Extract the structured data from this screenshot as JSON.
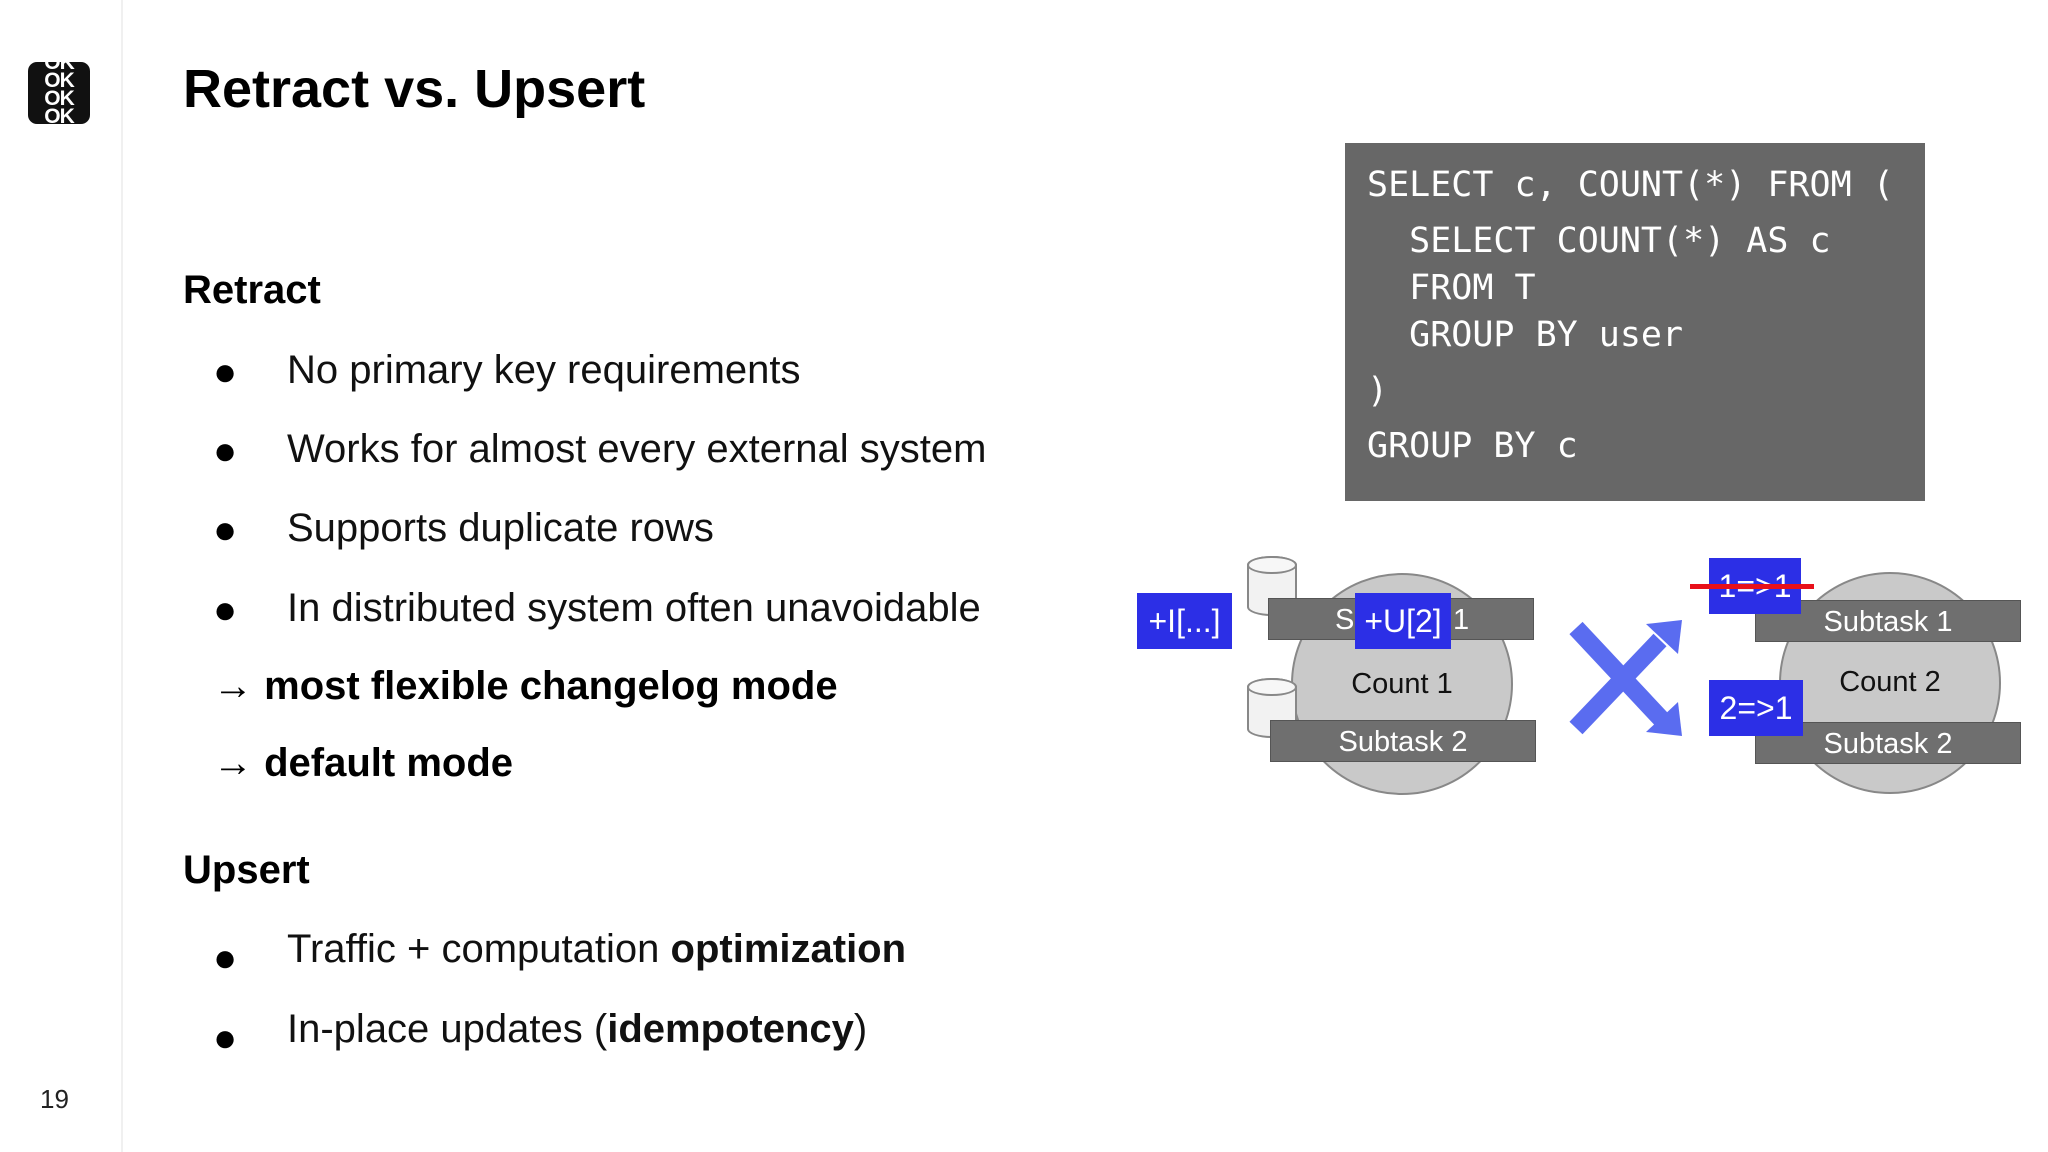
{
  "slide": {
    "logo_lines": [
      "OK",
      "OK",
      "OK",
      "OK"
    ],
    "page_number": "19",
    "title": "Retract vs. Upsert"
  },
  "retract": {
    "heading": "Retract",
    "bullets": [
      "No primary key requirements",
      "Works for almost every external system",
      "Supports duplicate rows",
      "In distributed system often unavoidable"
    ],
    "arrow_symbol": "→",
    "conclusions": [
      "most flexible changelog mode",
      "default mode"
    ]
  },
  "upsert": {
    "heading": "Upsert",
    "bullets": [
      {
        "plain": "Traffic + computation ",
        "bold": "optimization",
        "after": ""
      },
      {
        "plain": "In-place updates (",
        "bold": "idempotency",
        "after": ")"
      }
    ]
  },
  "bullet_symbol": "●",
  "code": {
    "lines": [
      "SELECT c, COUNT(*) FROM (",
      "  SELECT COUNT(*) AS c",
      "  FROM T",
      "  GROUP BY user",
      ")",
      "GROUP BY c"
    ]
  },
  "diagram": {
    "left": {
      "subtask_top": "S",
      "subtask_top_suffix": "1",
      "count": "Count 1",
      "subtask_bottom": "Subtask 2",
      "input_tag": "+I[...]",
      "update_tag": "+U[2]"
    },
    "right": {
      "subtask_top": "Subtask 1",
      "count": "Count 2",
      "subtask_bottom": "Subtask 2",
      "tag_struck": "1=>1",
      "tag_new": "2=>1"
    },
    "colors": {
      "tag_blue": "#2c2fe6",
      "cross_blue": "#5a6cf0",
      "strike_red": "#e8101a",
      "code_bg": "#676767"
    }
  }
}
